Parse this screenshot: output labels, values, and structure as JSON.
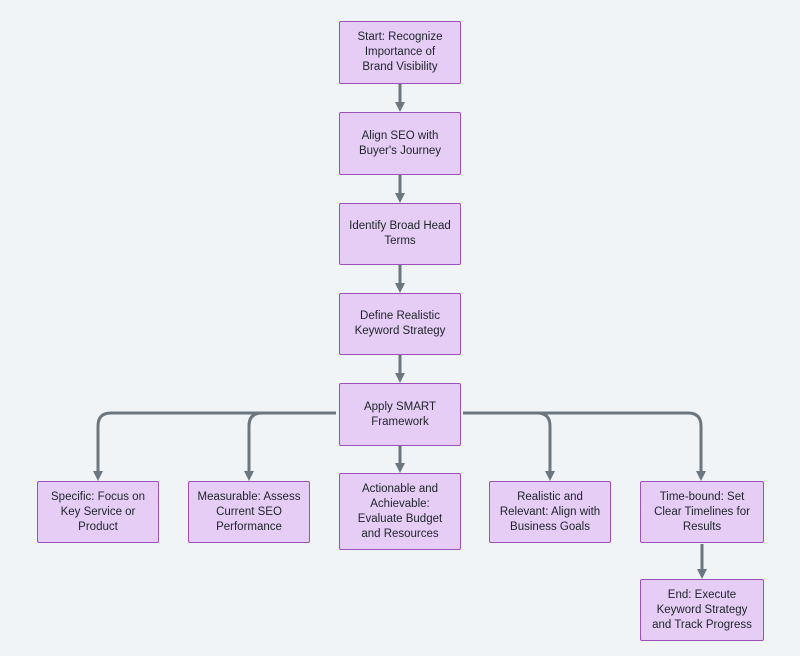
{
  "diagram": {
    "nodes": {
      "start": "Start: Recognize Importance of Brand Visibility",
      "align": "Align SEO with Buyer's Journey",
      "identify": "Identify Broad Head Terms",
      "define": "Define Realistic Keyword Strategy",
      "smart": "Apply SMART Framework",
      "specific": "Specific: Focus on Key Service or Product",
      "measurable": "Measurable: Assess Current SEO Performance",
      "actionable": "Actionable and Achievable: Evaluate Budget and Resources",
      "realistic": "Realistic and Relevant: Align with Business Goals",
      "timebound": "Time-bound: Set Clear Timelines for Results",
      "end": "End: Execute Keyword Strategy and Track Progress"
    },
    "edges": [
      [
        "start",
        "align"
      ],
      [
        "align",
        "identify"
      ],
      [
        "identify",
        "define"
      ],
      [
        "define",
        "smart"
      ],
      [
        "smart",
        "specific"
      ],
      [
        "smart",
        "measurable"
      ],
      [
        "smart",
        "actionable"
      ],
      [
        "smart",
        "realistic"
      ],
      [
        "smart",
        "timebound"
      ],
      [
        "timebound",
        "end"
      ]
    ],
    "colors": {
      "node_fill": "#e5cdf6",
      "node_border": "#9a52b8",
      "edge": "#6b7780",
      "background": "#f1f4f7"
    }
  }
}
